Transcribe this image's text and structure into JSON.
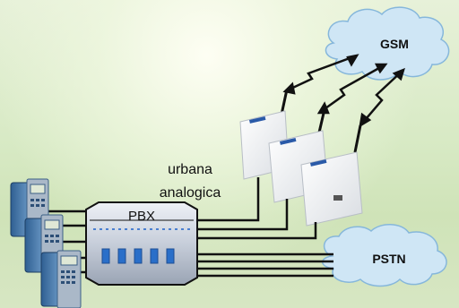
{
  "labels": {
    "gsm": "GSM",
    "pstn": "PSTN",
    "pbx": "PBX",
    "trunk_line1": "urbana",
    "trunk_line2": "analogica"
  },
  "colors": {
    "cloud_fill": "#cfe6f5",
    "cloud_stroke": "#7fb2d6",
    "pbx_body": "#c9d0dc",
    "pbx_port": "#2a6fc9",
    "line": "#111111",
    "phone_body": "#4b7fb3"
  }
}
